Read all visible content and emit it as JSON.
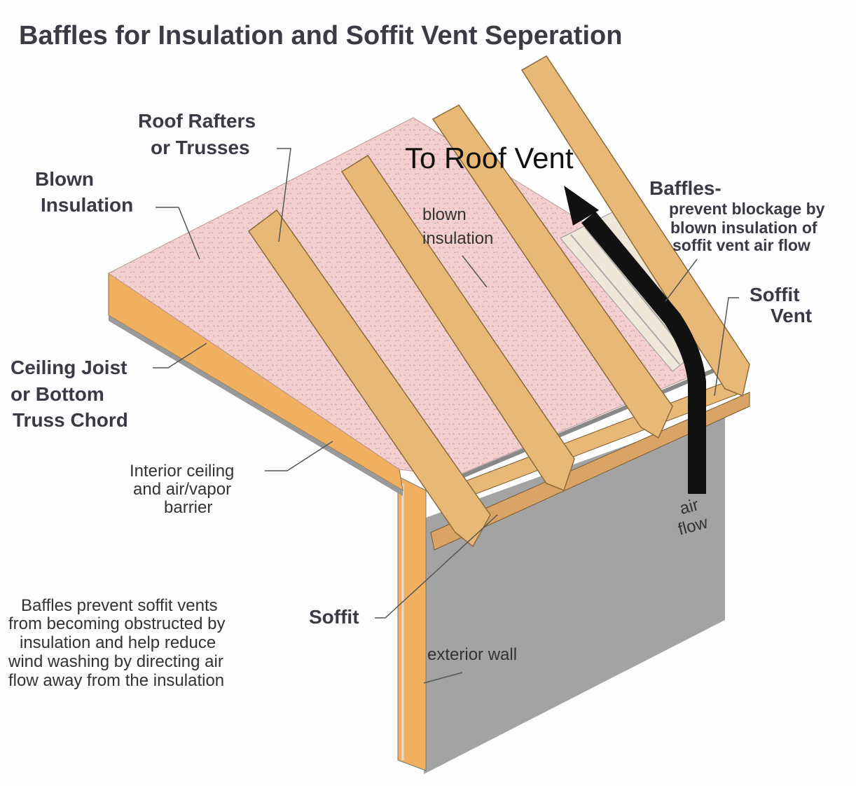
{
  "title": "Baffles for Insulation and Soffit Vent Seperation",
  "labels": {
    "rafters": [
      "Roof Rafters",
      "or Trusses"
    ],
    "blown_insulation": [
      "Blown",
      "Insulation"
    ],
    "to_roof_vent": "To Roof Vent",
    "blown_insulation_small": [
      "blown",
      "insulation"
    ],
    "baffles_title": "Baffles-",
    "baffles_desc": [
      "prevent blockage by",
      "blown insulation of",
      "soffit vent air flow"
    ],
    "soffit_vent": [
      "Soffit",
      "Vent"
    ],
    "ceiling_joist": [
      "Ceiling Joist",
      "or Bottom",
      "Truss Chord"
    ],
    "interior_ceiling": [
      "Interior ceiling",
      "and air/vapor",
      "barrier"
    ],
    "air_flow": [
      "air",
      "flow"
    ],
    "soffit": "Soffit",
    "exterior_wall": "exterior wall",
    "note": [
      "Baffles prevent soffit vents",
      "from becoming obstructed by",
      "insulation and help reduce",
      "wind washing by directing air",
      "flow away from the insulation"
    ]
  },
  "colors": {
    "insulation": "#f3cfcf",
    "wood": "#e8b877",
    "joist": "#f0b060",
    "wall": "#a3a3a3",
    "arrow": "#111111"
  }
}
